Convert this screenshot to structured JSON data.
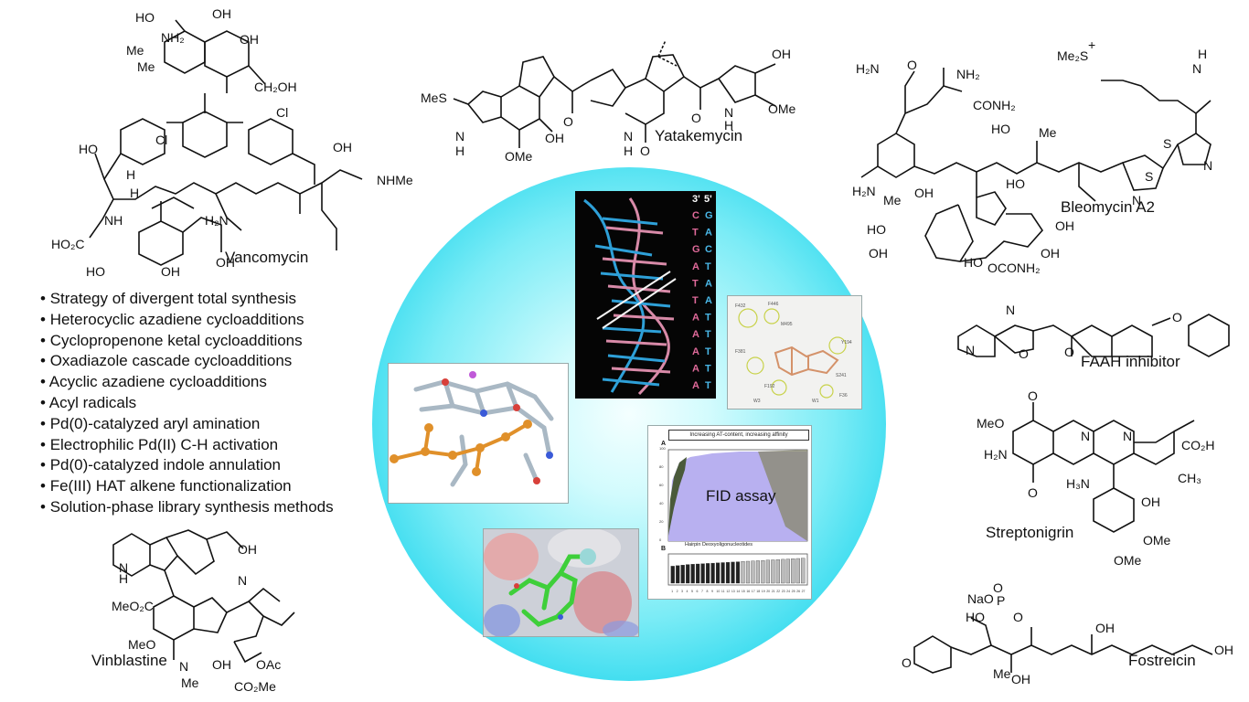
{
  "molecules": {
    "vancomycin": "Vancomycin",
    "yatakemycin": "Yatakemycin",
    "bleomycin": "Bleomycin A2",
    "faah": "FAAH inhibitor",
    "streptonigrin": "Streptonigrin",
    "vinblastine": "Vinblastine",
    "fostreicin": "Fostreicin"
  },
  "strategies": [
    "Strategy of divergent total synthesis",
    "Heterocyclic azadiene cycloadditions",
    "Cyclopropenone ketal cycloadditions",
    "Oxadiazole cascade cycloadditions",
    "Acyclic azadiene cycloadditions",
    "Acyl radicals",
    "Pd(0)-catalyzed aryl amination",
    "Electrophilic Pd(II) C-H activation",
    "Pd(0)-catalyzed indole annulation",
    "Fe(III) HAT alkene functionalization",
    "Solution-phase library synthesis methods"
  ],
  "dna_panel": {
    "strand_labels": [
      "3'",
      "5'"
    ],
    "left_strand": [
      "C",
      "T",
      "G",
      "A",
      "T",
      "T",
      "A",
      "A",
      "A",
      "A",
      "A"
    ],
    "right_strand": [
      "G",
      "A",
      "C",
      "T",
      "A",
      "A",
      "T",
      "T",
      "T",
      "T",
      "T"
    ]
  },
  "assay_panel": {
    "caption": "FID assay",
    "header": "Increasing AT-content, increasing affinity",
    "panel_a": "A",
    "panel_b": "B",
    "xaxis_label": "Hairpin Deoxyoligonucleotides"
  },
  "chart_data": {
    "type": "bar",
    "title": "",
    "xlabel": "",
    "ylabel": "",
    "ylim": [
      0,
      100
    ],
    "categories": [
      "1",
      "2",
      "3",
      "4",
      "5",
      "6",
      "7",
      "8",
      "9",
      "10",
      "11",
      "12",
      "13",
      "14",
      "15",
      "16",
      "17",
      "18",
      "19",
      "20",
      "21",
      "22",
      "23",
      "24",
      "25",
      "26",
      "27"
    ],
    "values": [
      62,
      64,
      66,
      68,
      69,
      70,
      71,
      72,
      73,
      74,
      75,
      76,
      77,
      78,
      79,
      80,
      81,
      82,
      83,
      84,
      85,
      86,
      87,
      88,
      89,
      90,
      91
    ]
  },
  "fragment_formulas": {
    "vanco_groups": [
      "HO",
      "NH₂",
      "Me",
      "Me",
      "OH",
      "OH",
      "CH₂OH",
      "Cl",
      "Cl",
      "HO",
      "H",
      "H",
      "NHMe",
      "H₂N",
      "HO₂C",
      "HO",
      "OH",
      "OH"
    ],
    "yatake_groups": [
      "MeS",
      "N",
      "H",
      "OMe",
      "OH",
      "O",
      "OH",
      "OMe",
      "H"
    ],
    "bleo_groups": [
      "H₂N",
      "NH₂",
      "CONH₂",
      "Me₂S",
      "+",
      "HO",
      "Me",
      "H₂N",
      "N",
      "N",
      "OH",
      "HO",
      "OH",
      "OCONH₂",
      "HO"
    ],
    "strepto_groups": [
      "MeO",
      "H₂N",
      "O",
      "O",
      "CO₂H",
      "CH₃",
      "H₃N",
      "OH",
      "OMe",
      "OMe"
    ],
    "vinbl_groups": [
      "OH",
      "H",
      "N",
      "MeO₂C",
      "MeO",
      "N",
      "Me",
      "OH",
      "OAc",
      "CO₂Me"
    ],
    "fostr_groups": [
      "NaO",
      "HO",
      "P",
      "O",
      "O",
      "OH",
      "OH",
      "Me",
      "OH",
      "O"
    ]
  },
  "colors": {
    "orb_center": "#f4ffff",
    "orb_edge": "#1cc6e0",
    "dna_blue": "#2ea0d8",
    "dna_pink": "#d88aa8",
    "stick_orange": "#e0902a",
    "protein_green": "#3ecf3a",
    "assay_fill": "#b8b0f0"
  }
}
